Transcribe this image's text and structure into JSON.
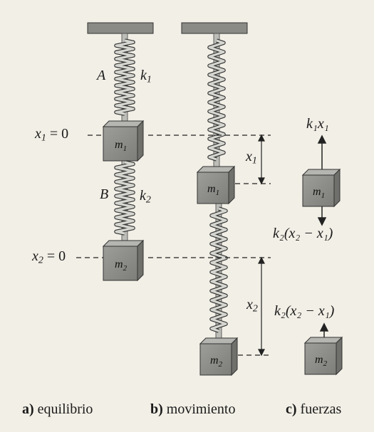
{
  "panels": {
    "a": {
      "letter": "a)",
      "caption": "equilibrio"
    },
    "b": {
      "letter": "b)",
      "caption": "movimiento"
    },
    "c": {
      "letter": "c)",
      "caption": "fuerzas"
    }
  },
  "labels": {
    "A": "A",
    "B": "B",
    "k1": "k",
    "k1_sub": "1",
    "k2": "k",
    "k2_sub": "2",
    "x1_eq": "x",
    "x1_eq_sub": "1",
    "x1_eq_rest": " = 0",
    "x2_eq": "x",
    "x2_eq_sub": "2",
    "x2_eq_rest": " = 0",
    "x1_disp": "x",
    "x1_disp_sub": "1",
    "x2_disp": "x",
    "x2_disp_sub": "2",
    "m1": "m",
    "m1_sub": "1",
    "m2": "m",
    "m2_sub": "2",
    "force_up_m1": "k₁x₁",
    "force_down_m1": "k₂(x₂ − x₁)",
    "force_up_m2": "k₂(x₂ − x₁)"
  },
  "colors": {
    "background": "#f2efe6",
    "ceiling": "#8a8a86",
    "block": "#8f8f8c",
    "spring": "#c9c9c4",
    "ink": "#1a1a1a"
  }
}
